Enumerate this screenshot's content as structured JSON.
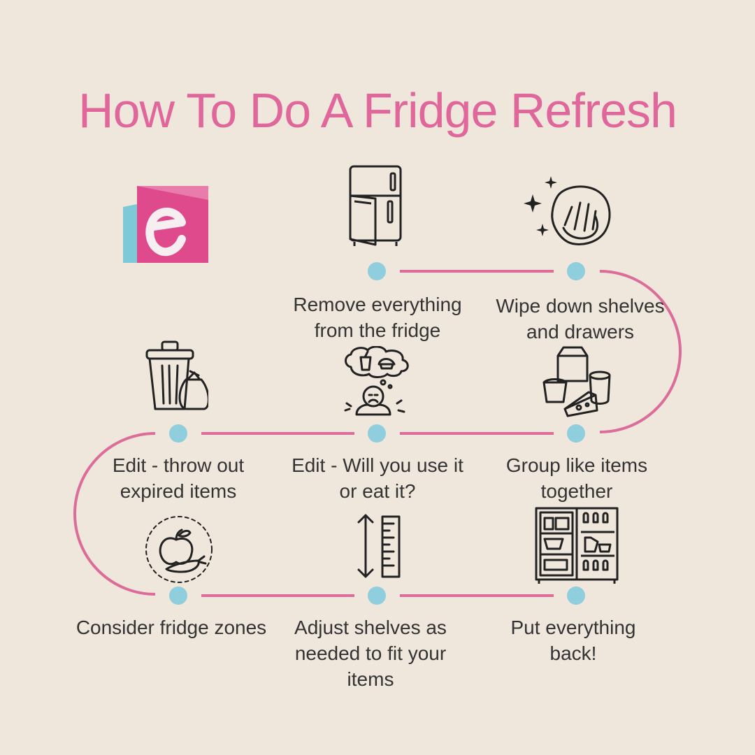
{
  "title": "How To Do A Fridge Refresh",
  "colors": {
    "title": "#e0679b",
    "path": "#dc6d9a",
    "dot": "#8fcedd",
    "background": "#efe6dc"
  },
  "steps": [
    {
      "label": "Remove everything from the fridge",
      "icon": "fridge-icon"
    },
    {
      "label": "Wipe down shelves and drawers",
      "icon": "wiping-hand-icon"
    },
    {
      "label": "Group like items together",
      "icon": "dairy-products-icon"
    },
    {
      "label": "Edit - Will you use it or eat it?",
      "icon": "thinking-person-icon"
    },
    {
      "label": "Edit - throw out expired items",
      "icon": "trash-can-icon"
    },
    {
      "label": "Consider fridge zones",
      "icon": "fruit-veg-zone-icon"
    },
    {
      "label": "Adjust shelves as needed to fit your items",
      "icon": "height-ruler-icon"
    },
    {
      "label": "Put everything back!",
      "icon": "stocked-fridge-icon"
    }
  ]
}
